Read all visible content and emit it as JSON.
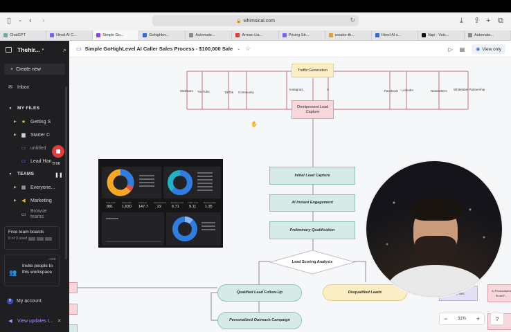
{
  "browser": {
    "url": "whimsical.com",
    "tabs": [
      "ChatGPT",
      "Hired AI C...",
      "Simple Go...",
      "Gohighlev...",
      "Automate...",
      "Arman Lia...",
      "Pricing Str...",
      "creator-th...",
      "Hired AI s...",
      "Vapi - Voic...",
      "Automate..."
    ]
  },
  "sidebar": {
    "workspace": "Thehir...",
    "create": "Create new",
    "inbox": "Inbox",
    "my_files": "MY FILES",
    "files": [
      "Getting S",
      "Starter C",
      "untitled",
      "Lead Han..."
    ],
    "teams": "TEAMS",
    "team_items": [
      "Everyone...",
      "Marketing",
      "Browse teams"
    ],
    "free_boards_title": "Free team boards",
    "free_boards_usage": "0 of 3 used",
    "invite_hide": "HIDE",
    "invite_text": "Invite people to this workspace",
    "account": "My account",
    "account_initial": "H",
    "view_updates": "View updates t...",
    "rec_time": "0:08"
  },
  "header": {
    "title": "Simple GoHighLevel AI Caller Sales Process - $100,000 Sale",
    "view_only": "View only"
  },
  "flow": {
    "traffic": "Traffic Generation",
    "omni": "Omnipresent Lead Capture",
    "sources": [
      "Webinars",
      "YouTube",
      "TikTok",
      "Community",
      "Instagram",
      "X",
      "Facebook",
      "LinkedIn",
      "Newsletters",
      "Whitelabel Partnership"
    ],
    "steps": [
      "Initial Lead Capture",
      "AI Instant Engagement",
      "Preliminary Qualification"
    ],
    "decision": "Lead Scoring Analysis",
    "qualified": "Qualified Lead Follow-Up",
    "disqualified": "Disqualified Leads",
    "outreach": "Personalized Outreach Campaign",
    "right_partial": "AI Personalized Email F...",
    "right_partial2": "...up SMS"
  },
  "dashboard": {
    "stats": [
      {
        "label": "Total Calls",
        "value": "881"
      },
      {
        "label": "Total Calls",
        "value": "1,630"
      },
      {
        "label": "Call Cost",
        "value": "147.7"
      },
      {
        "label": "Appointments",
        "value": "22"
      },
      {
        "label": "Booking Cost",
        "value": "6.71"
      },
      {
        "label": "Traffic Cost",
        "value": "9.11"
      },
      {
        "label": "Booking Rate",
        "value": "1.35"
      }
    ]
  },
  "zoom": {
    "level": "31%",
    "minus": "−",
    "plus": "+",
    "help": "?"
  }
}
